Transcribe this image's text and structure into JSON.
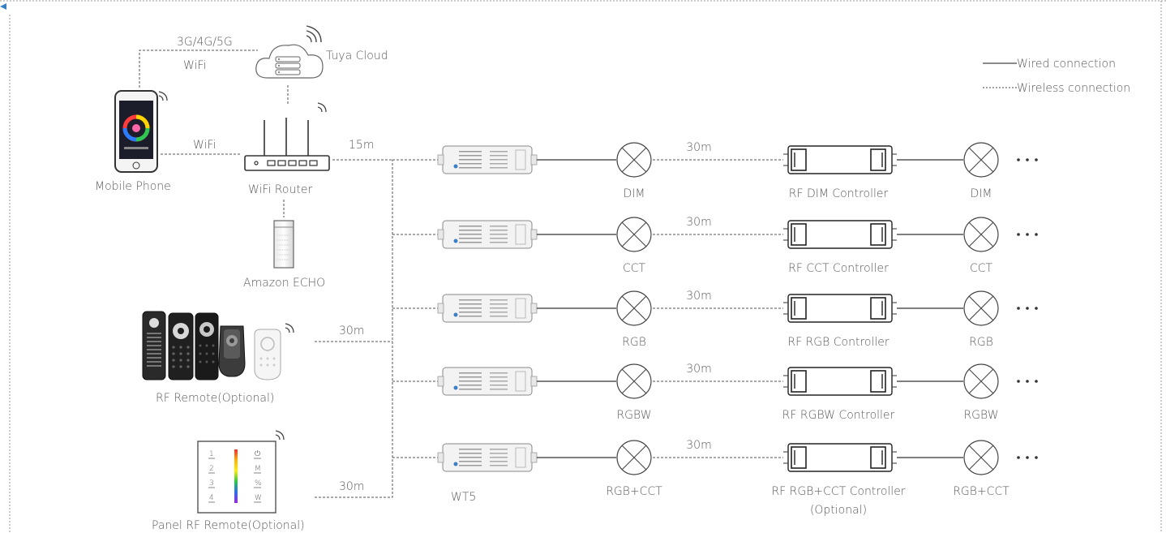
{
  "labels": {
    "network": "3G/4G/5G",
    "wifi_top": "WiFi",
    "cloud": "Tuya Cloud",
    "wifi_mid": "WiFi",
    "phone": "Mobile Phone",
    "router": "WiFi Router",
    "echo": "Amazon ECHO",
    "remote": "RF Remote(Optional)",
    "panel": "Panel RF Remote(Optional)",
    "dist_router": "15m",
    "dist_remote": "30m",
    "dist_panel": "30m",
    "wt5": "WT5",
    "ellipsis": "•••"
  },
  "legend": {
    "wired": "Wired connection",
    "wireless": "Wireless connection"
  },
  "panel_keys": {
    "left": [
      "1",
      "2",
      "3",
      "4"
    ],
    "right": [
      "⏻",
      "M",
      "%",
      "W"
    ]
  },
  "rows": [
    {
      "type": "DIM",
      "distance": "30m",
      "controller": "RF DIM Controller"
    },
    {
      "type": "CCT",
      "distance": "30m",
      "controller": "RF CCT Controller"
    },
    {
      "type": "RGB",
      "distance": "30m",
      "controller": "RF RGB Controller"
    },
    {
      "type": "RGBW",
      "distance": "30m",
      "controller": "RF RGBW Controller"
    },
    {
      "type": "RGB+CCT",
      "distance": "30m",
      "controller": "RF RGB+CCT Controller",
      "controller_note": "(Optional)"
    }
  ],
  "colors": {
    "line": "#555555",
    "text": "#5a5a5a",
    "frame": "#8a8a8a",
    "accent": "#3b7fc4"
  }
}
